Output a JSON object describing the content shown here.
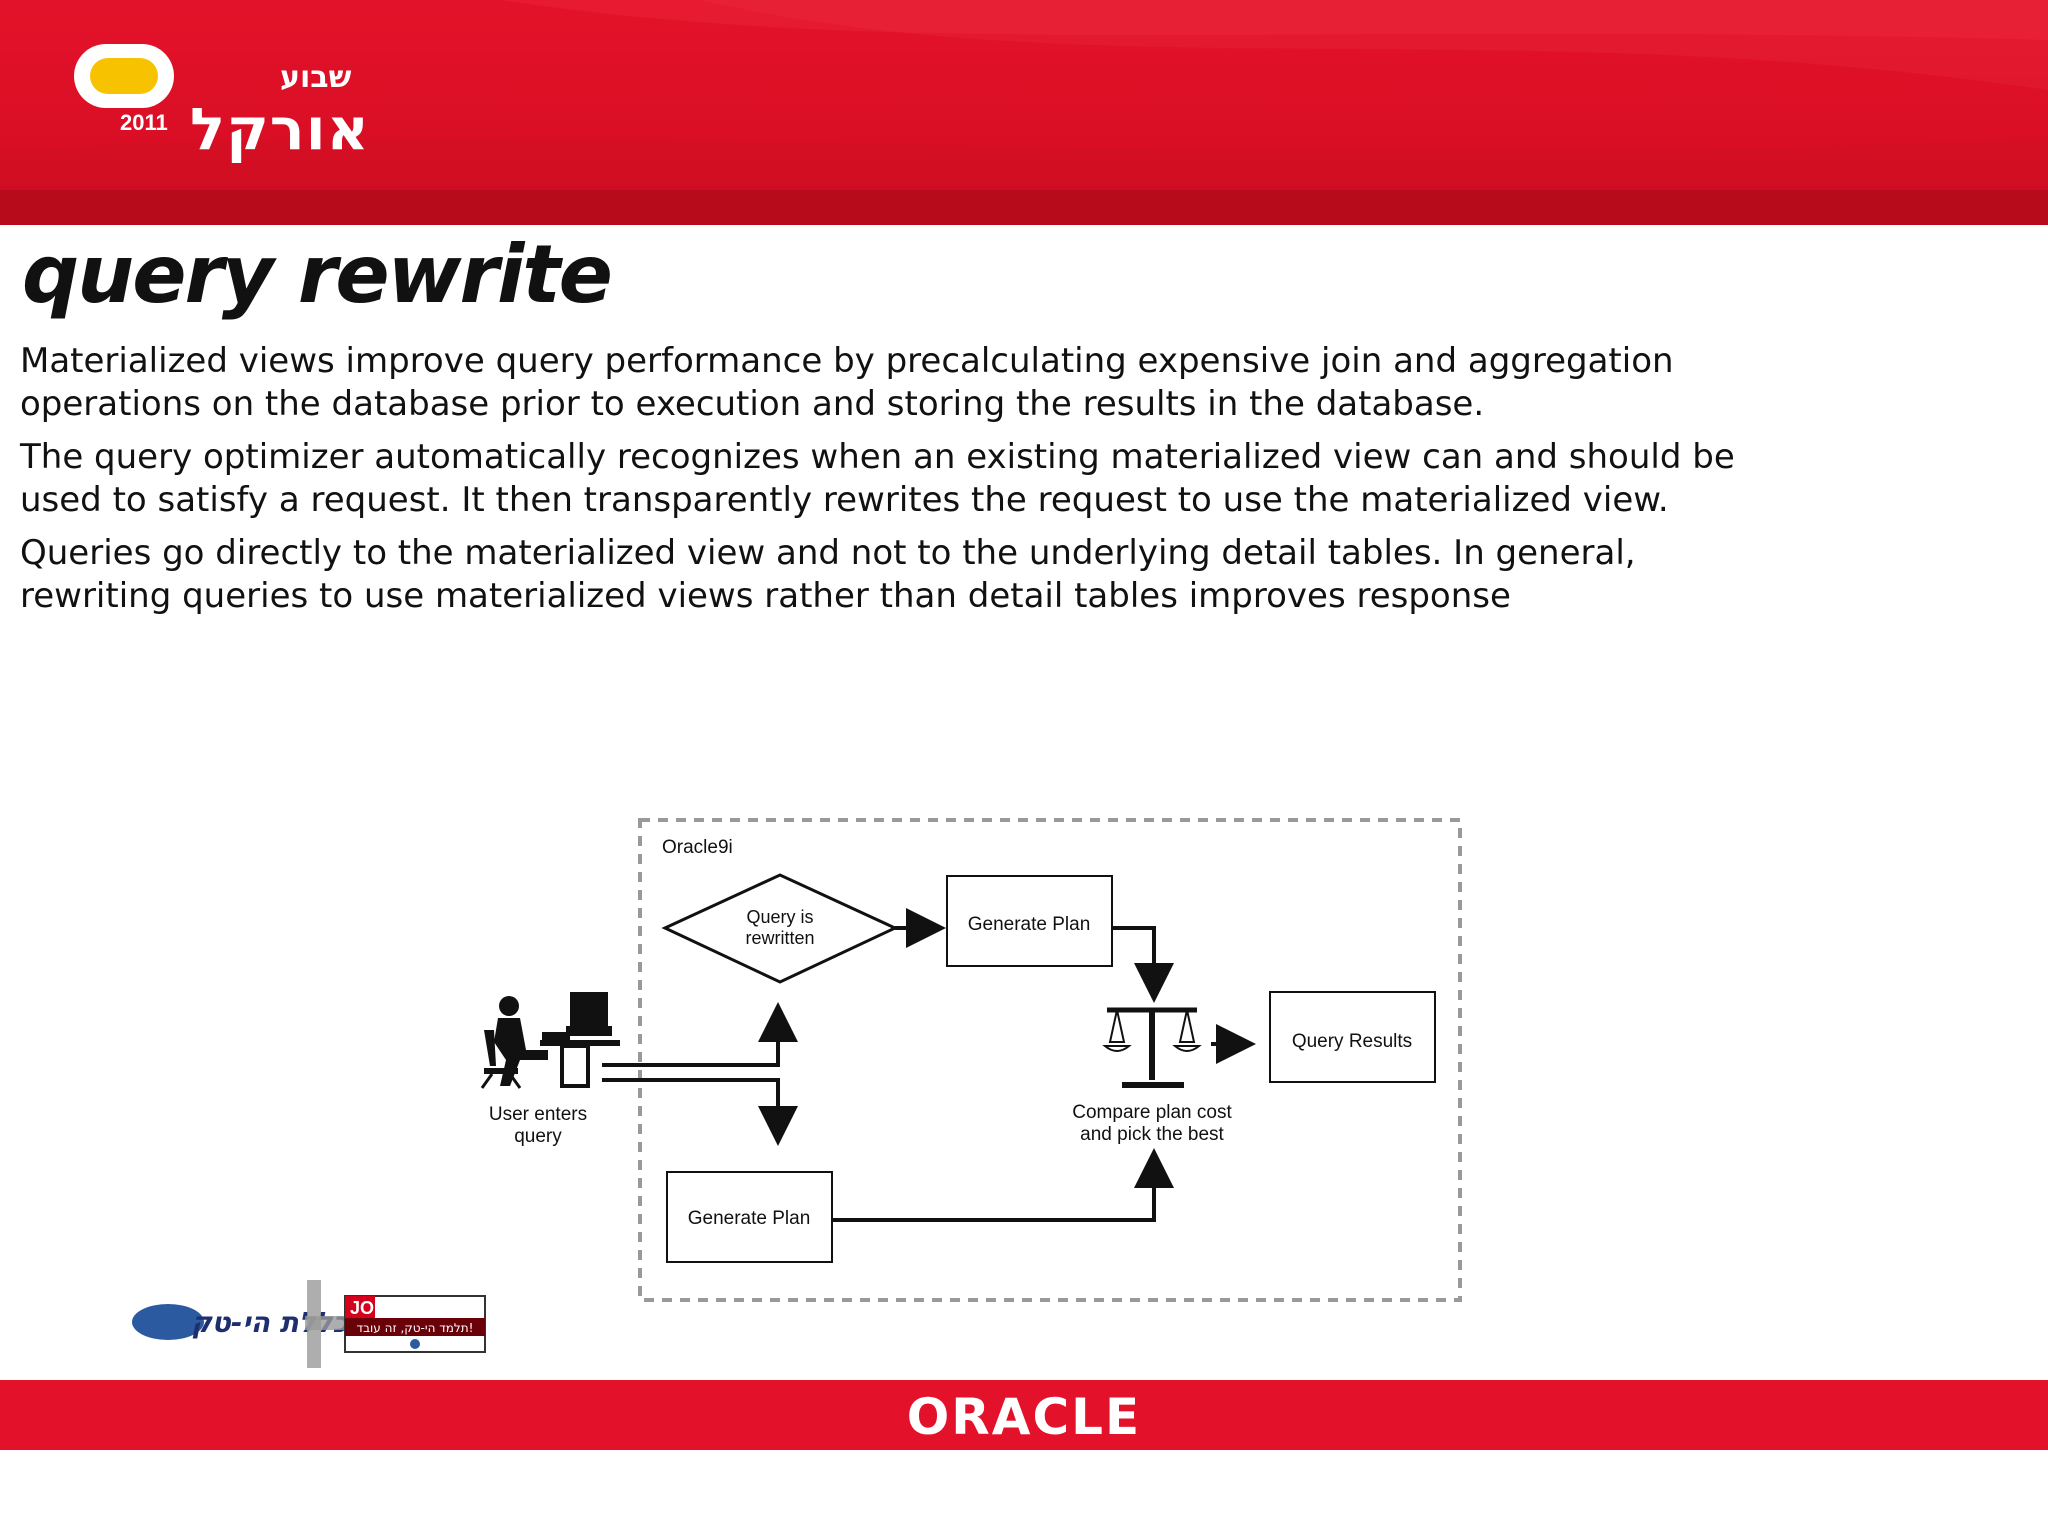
{
  "header": {
    "logo_year": "2011",
    "logo_line1": "שבוע",
    "logo_line2": "אורקל"
  },
  "title": "query rewrite",
  "paragraphs": [
    "Materialized views improve query performance by precalculating expensive join and aggregation operations on the database prior to execution and storing the results in the database.",
    "The query optimizer automatically recognizes when an existing materialized view can and should be used to satisfy a request. It then transparently rewrites the request to use the materialized view.",
    "Queries go directly to the materialized view and not to the underlying detail tables. In general, rewriting queries to use materialized views rather than detail tables improves response"
  ],
  "diagram": {
    "container_label": "Oracle9i",
    "decision_line1": "Query is",
    "decision_line2": "rewritten",
    "generate_plan_top": "Generate Plan",
    "generate_plan_bottom": "Generate Plan",
    "query_results": "Query Results",
    "user_line1": "User enters",
    "user_line2": "query",
    "compare_line1": "Compare plan cost",
    "compare_line2": "and pick the best"
  },
  "sponsors": {
    "college": "מכללת הי-טק",
    "jo": "JO",
    "jo_tagline": "תלמד הי-טק, זה עובד!"
  },
  "footer": {
    "brand": "ORACLE"
  }
}
